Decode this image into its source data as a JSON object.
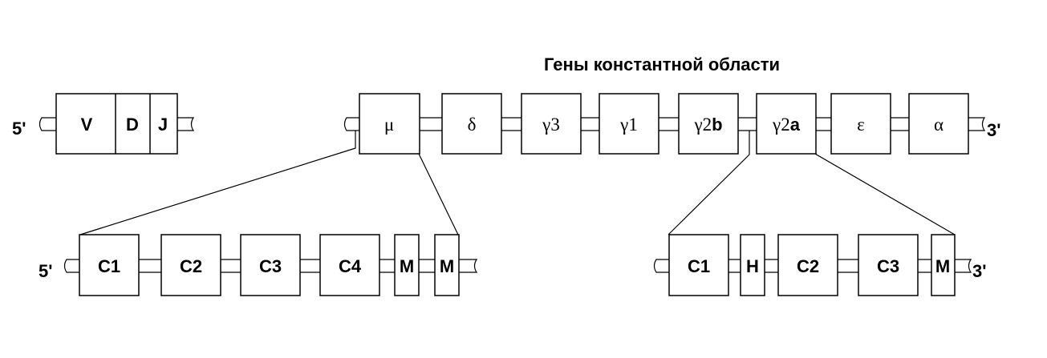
{
  "title": "Гены константной области",
  "vdj": {
    "five_prime": "5'",
    "segments": [
      "V",
      "D",
      "J"
    ]
  },
  "constant_region": {
    "three_prime": "3'",
    "genes": [
      {
        "greek": "μ",
        "suffix": ""
      },
      {
        "greek": "δ",
        "suffix": ""
      },
      {
        "greek": "γ3",
        "suffix": ""
      },
      {
        "greek": "γ1",
        "suffix": ""
      },
      {
        "greek": "γ2",
        "suffix": "b"
      },
      {
        "greek": "γ2",
        "suffix": "a"
      },
      {
        "greek": "ε",
        "suffix": ""
      },
      {
        "greek": "α",
        "suffix": ""
      }
    ]
  },
  "mu_detail": {
    "five_prime": "5'",
    "exons": [
      "C1",
      "C2",
      "C3",
      "C4",
      "M",
      "M"
    ]
  },
  "gamma2a_detail": {
    "three_prime": "3'",
    "exons": [
      "C1",
      "H",
      "C2",
      "C3",
      "M"
    ]
  }
}
